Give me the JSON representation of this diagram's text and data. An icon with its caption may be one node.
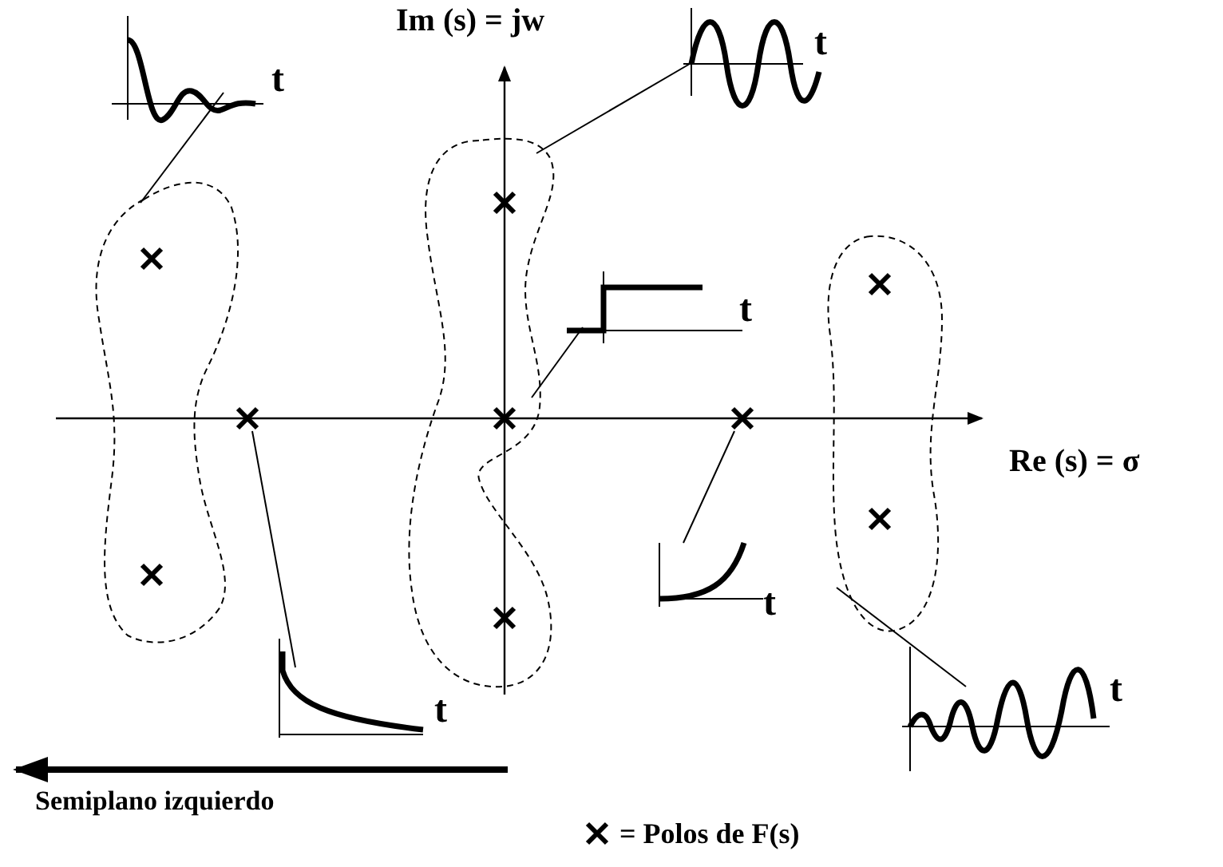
{
  "diagram": {
    "nodes": [
      {
        "text": [
          "t"
        ]
      },
      {
        "text": [],
        "shape": "cloud"
      },
      {
        "text": [
          "t"
        ]
      },
      {
        "text": [],
        "shape": "cloud"
      },
      {
        "text": [
          "t"
        ]
      },
      {
        "text": [],
        "shape": "cross",
        "in": 3
      },
      {
        "text": [],
        "shape": "cross"
      },
      {
        "text": [
          "t"
        ]
      },
      {
        "text": [],
        "shape": "cross"
      },
      {
        "text": [
          "t"
        ]
      },
      {
        "text": [],
        "shape": "cloud"
      },
      {
        "text": [
          "t"
        ]
      }
    ],
    "edges": [
      {
        "from": 0,
        "to": 1,
        "arrow": "none"
      },
      {
        "from": 2,
        "to": 3,
        "arrow": "none"
      },
      {
        "from": 4,
        "to": 5,
        "arrow": "none"
      },
      {
        "from": 6,
        "to": 7,
        "arrow": "none"
      },
      {
        "from": 8,
        "to": 9,
        "arrow": "none"
      },
      {
        "from": 10,
        "to": 11,
        "arrow": "none"
      }
    ],
    "labels": [
      "Im (s) = jw",
      "Re (s) = σ",
      "Semiplano izquierdo"
    ],
    "legend": [
      {
        "text": "= Polos de F(s)"
      }
    ]
  }
}
